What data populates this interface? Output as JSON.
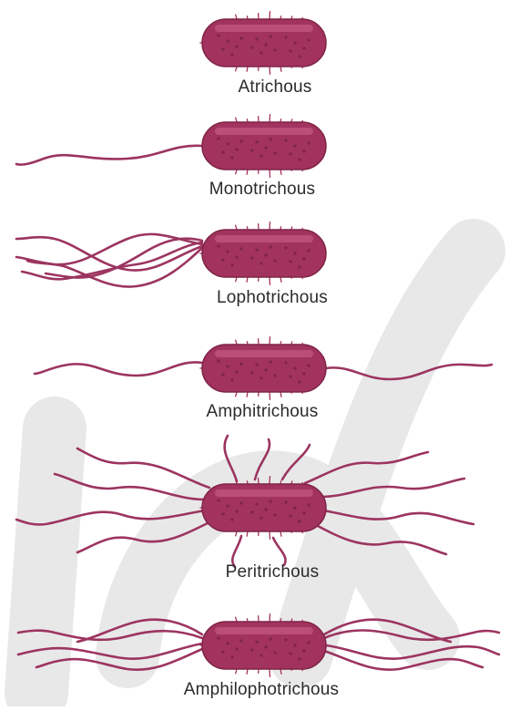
{
  "diagram": {
    "types": [
      {
        "id": "atrichous",
        "label": "Atrichous"
      },
      {
        "id": "monotrichous",
        "label": "Monotrichous"
      },
      {
        "id": "lophotrichous",
        "label": "Lophotrichous"
      },
      {
        "id": "amphitrichous",
        "label": "Amphitrichous"
      },
      {
        "id": "peritrichous",
        "label": "Peritrichous"
      },
      {
        "id": "amphilophotrichous",
        "label": "Amphilophotrichous"
      }
    ],
    "colors": {
      "cell": "#a2325e",
      "cell_dark": "#7e2446",
      "flagella": "#9c3460",
      "watermark": "#e6e6e6",
      "label": "#2b2b2b"
    }
  }
}
